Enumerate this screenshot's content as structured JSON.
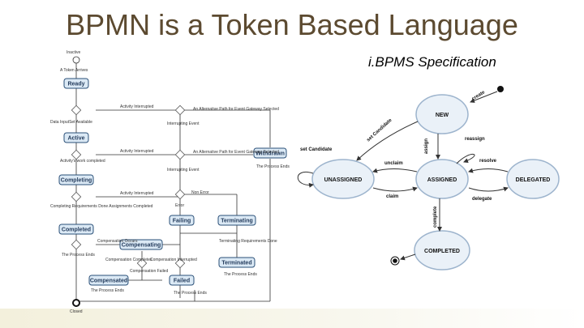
{
  "slide": {
    "title": "BPMN is a Token Based Language",
    "subtitle": "i.BPMS Specification"
  },
  "left_diagram": {
    "start_label": "Inactive",
    "start_event": "A Token Arrives",
    "states": {
      "ready": "Ready",
      "active": "Active",
      "completing": "Completing",
      "completed": "Completed",
      "compensating": "Compensating",
      "compensated": "Compensated",
      "failing": "Failing",
      "failed": "Failed",
      "terminating": "Terminating",
      "terminated": "Terminated",
      "withdrawn": "Withdrawn"
    },
    "labels": {
      "data_input": "Data InputSet Available",
      "activity_interrupted_1": "Activity Interrupted",
      "alt_path_1": "An Alternative Path for Event Gateway Selected",
      "interrupting_event_1": "Interrupting Event",
      "activity_work_completed": "Activity's work completed",
      "activity_interrupted_2": "Activity Interrupted",
      "alt_path_2": "An Alternative Path for Event Gateway Selected",
      "interrupting_event_2": "Interrupting Event",
      "process_ends_1": "The Process Ends",
      "activity_interrupted_3": "Activity Interrupted",
      "non_error": "Non Error",
      "error": "Error",
      "completing_requirements_done": "Completing Requirements Done Assignments Completed",
      "compensation_occurs": "Compensation Occurs",
      "process_ends_2": "The Process Ends",
      "compensation_completes": "Compensation Completes",
      "compensation_interrupted": "Compensation Interrupted",
      "compensation_failed": "Compensation Failed",
      "terminating_requirements_done": "Terminating Requirements Done",
      "process_ends_3": "The Process Ends",
      "process_ends_4": "The Process Ends",
      "process_ends_5": "The Process Ends",
      "closed": "Closed"
    }
  },
  "right_diagram": {
    "states": {
      "new": "NEW",
      "unassigned": "UNASSIGNED",
      "assigned": "ASSIGNED",
      "delegated": "DELEGATED",
      "completed": "COMPLETED"
    },
    "transitions": {
      "create": "create",
      "set_candidate": "set Candidate",
      "set_candidate_self": "set Candidate",
      "assign": "assign",
      "reassign": "reassign",
      "unclaim": "unclaim",
      "claim": "claim",
      "resolve": "resolve",
      "delegate": "delegate",
      "complete": "complete"
    }
  }
}
